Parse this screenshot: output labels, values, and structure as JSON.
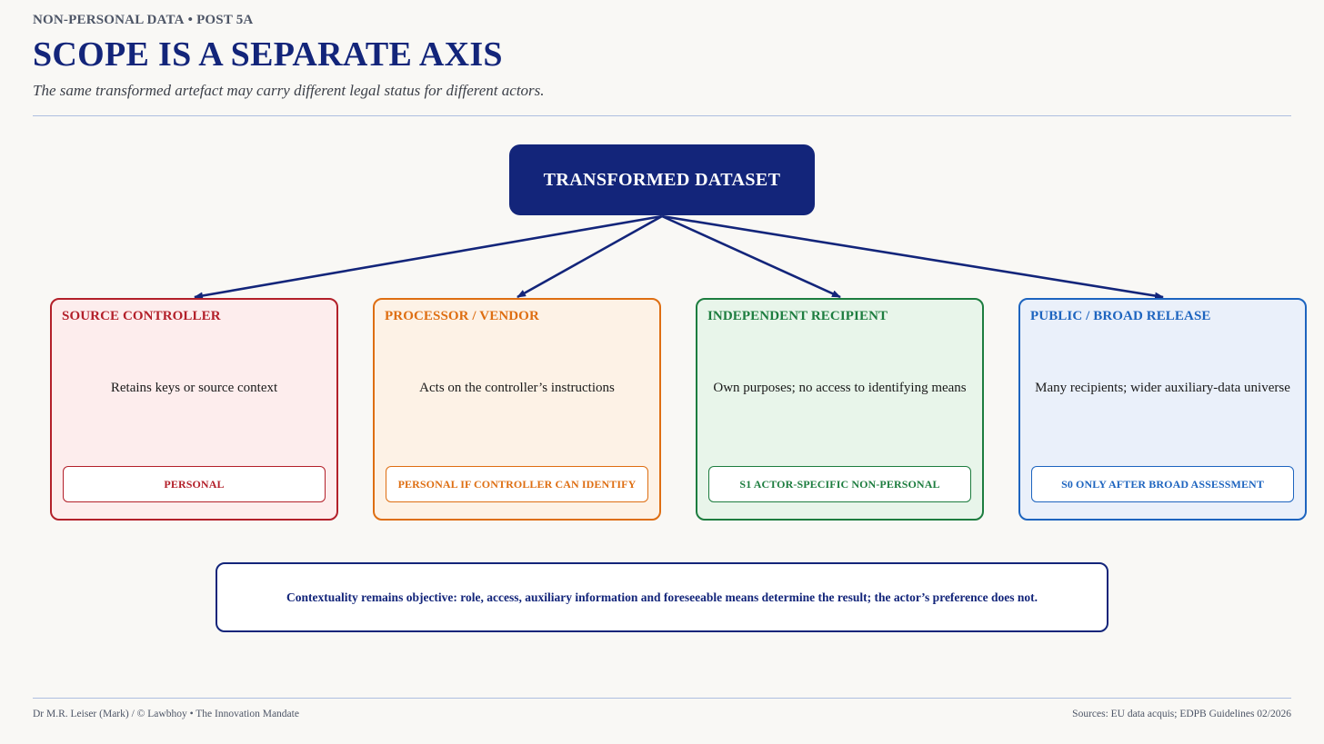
{
  "header": {
    "eyebrow_series": "NON-PERSONAL DATA",
    "eyebrow_separator": "•",
    "eyebrow_post": "POST 5A",
    "title": "SCOPE IS A SEPARATE AXIS",
    "subtitle": "The same transformed artefact may carry different legal status for different actors."
  },
  "diagram": {
    "root": {
      "label": "TRANSFORMED DATASET",
      "color": "#13257a"
    },
    "actors": [
      {
        "title": "SOURCE CONTROLLER",
        "description": "Retains keys or source context",
        "status": "PERSONAL",
        "color": "#b3202a",
        "background": "#fdeded"
      },
      {
        "title": "PROCESSOR / VENDOR",
        "description": "Acts on the controller’s instructions",
        "status": "PERSONAL IF CONTROLLER CAN IDENTIFY",
        "color": "#de6e12",
        "background": "#fdf2e6"
      },
      {
        "title": "INDEPENDENT RECIPIENT",
        "description": "Own purposes; no access to identifying means",
        "status": "S1 ACTOR-SPECIFIC NON-PERSONAL",
        "color": "#1d7d3f",
        "background": "#e8f5ea"
      },
      {
        "title": "PUBLIC / BROAD RELEASE",
        "description": "Many recipients; wider auxiliary-data universe",
        "status": "S0 ONLY AFTER BROAD ASSESSMENT",
        "color": "#1d64bf",
        "background": "#eaf0fa"
      }
    ],
    "note": "Contextuality remains objective: role, access, auxiliary information and foreseeable means determine the result; the actor’s preference does not."
  },
  "footer": {
    "left": "Dr M.R. Leiser (Mark) / © Lawbhoy • The Innovation Mandate",
    "right": "Sources: EU data acquis; EDPB Guidelines 02/2026"
  }
}
